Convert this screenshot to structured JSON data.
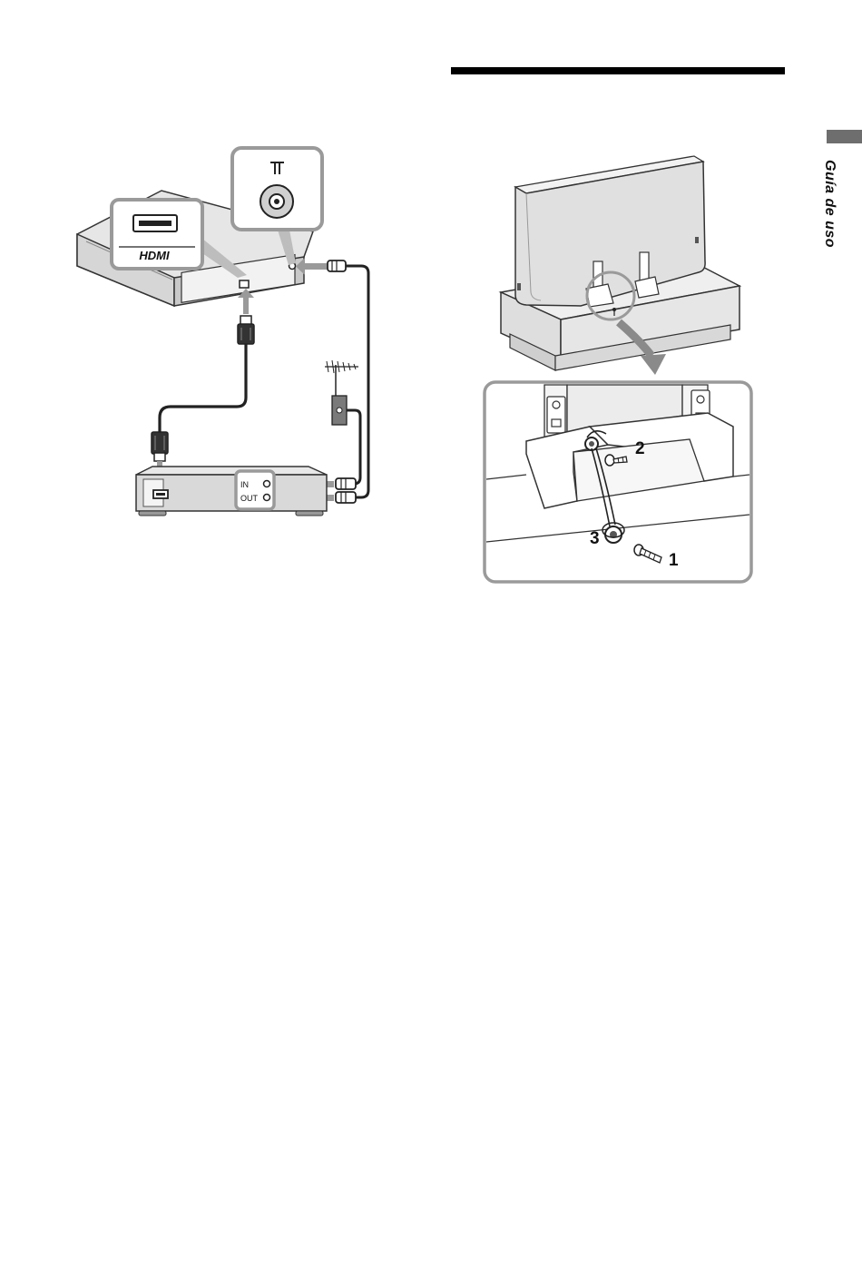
{
  "side_section": {
    "title": "Guía de uso"
  },
  "connection_diagram": {
    "hdmi_logo": "HDMI",
    "port_in": "IN",
    "port_out": "OUT"
  },
  "stand_diagram": {
    "step_1": "1",
    "step_2": "2",
    "step_3": "3"
  },
  "colors": {
    "device_gray": "#dcdcdc",
    "highlight_border": "#9a9a9a",
    "arrow_gray": "#8a8a8a",
    "line": "#222222"
  }
}
